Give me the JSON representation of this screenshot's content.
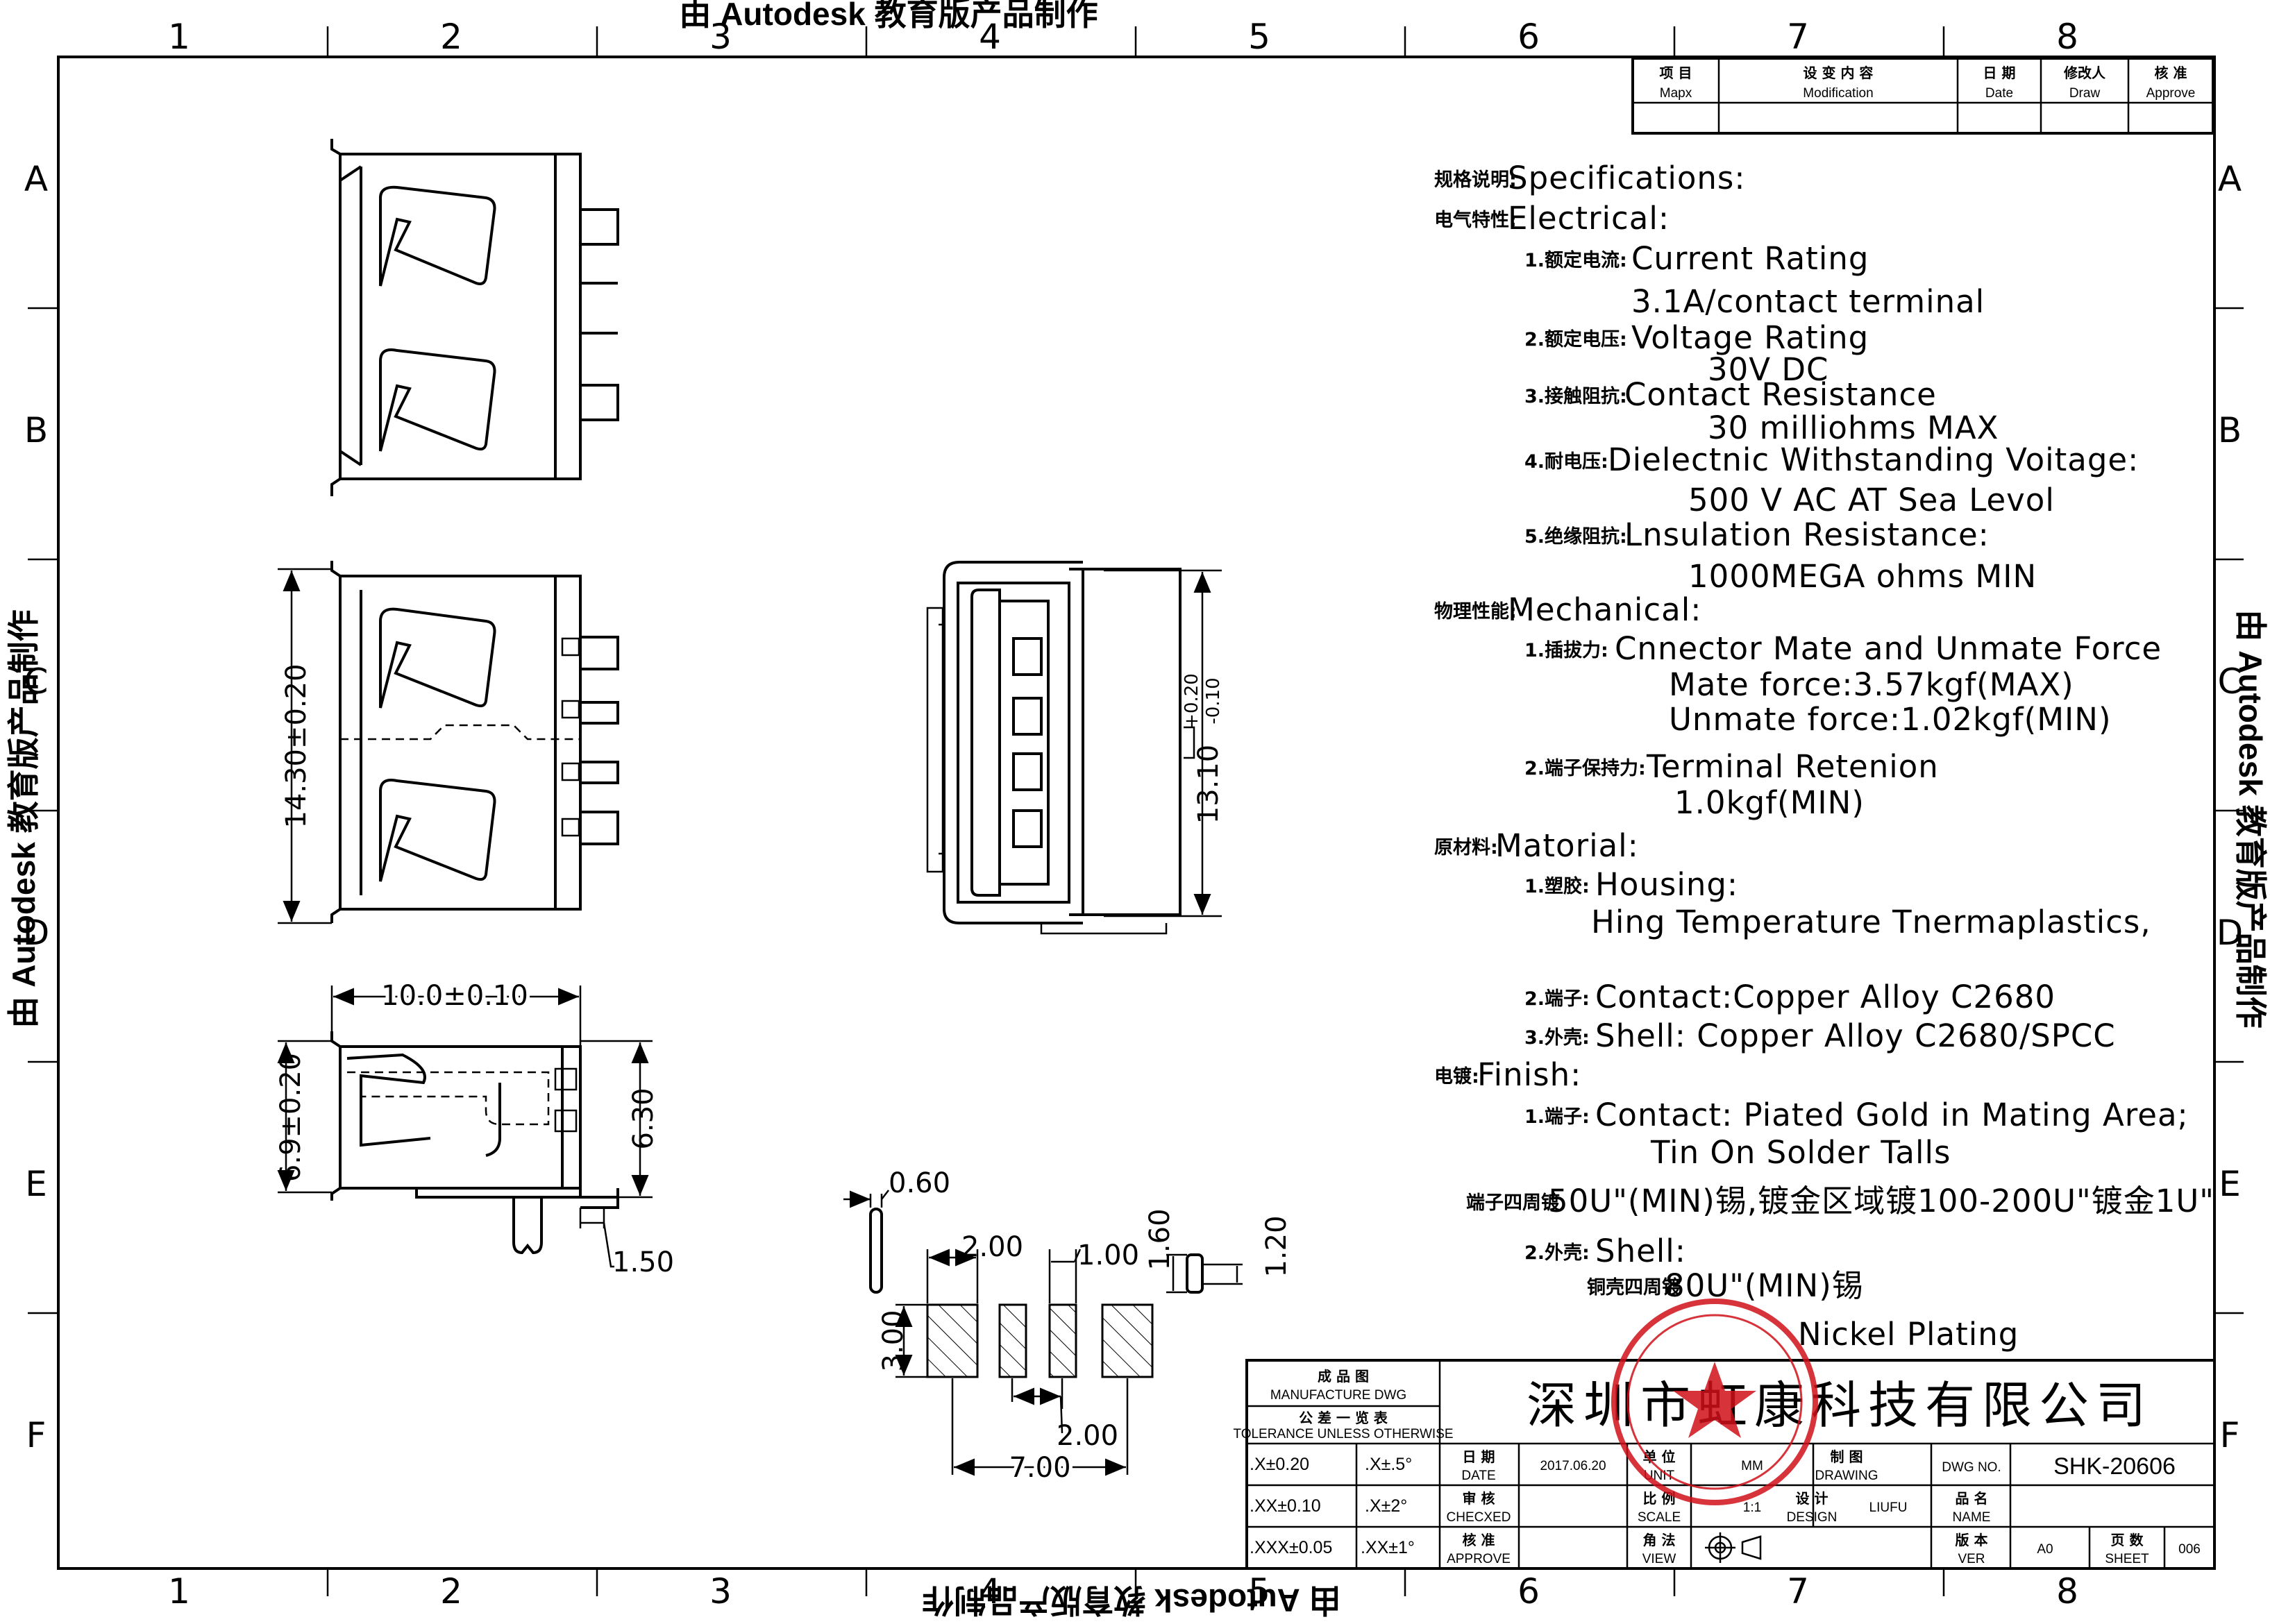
{
  "watermark": {
    "text": "由 Autodesk 教育版产品制作"
  },
  "border_zones": {
    "columns": [
      "1",
      "2",
      "3",
      "4",
      "5",
      "6",
      "7",
      "8"
    ],
    "rows": [
      "A",
      "B",
      "C",
      "D",
      "E",
      "F"
    ]
  },
  "revision_block": {
    "headers": [
      {
        "cn": "项 目",
        "en": "Mapx"
      },
      {
        "cn": "设 变 内 容",
        "en": "Modification"
      },
      {
        "cn": "日 期",
        "en": "Date"
      },
      {
        "cn": "修改人",
        "en": "Draw"
      },
      {
        "cn": "核 准",
        "en": "Approve"
      }
    ]
  },
  "specifications": {
    "lines": [
      {
        "cn": "规格说明:",
        "text": "Specifications:"
      },
      {
        "cn": "电气特性:",
        "text": "Electrical:"
      },
      {
        "cn": "1.额定电流:",
        "text": "Current  Rating"
      },
      {
        "cn": "",
        "text": "3.1A/contact  terminal"
      },
      {
        "cn": "2.额定电压:",
        "text": "Voltage  Rating"
      },
      {
        "cn": "",
        "text": "30V  DC"
      },
      {
        "cn": "3.接触阻抗:",
        "text": "Contact  Resistance"
      },
      {
        "cn": "",
        "text": "30  milliohms  MAX"
      },
      {
        "cn": "4.耐电压:",
        "text": "Dielectnic  Withstanding  Voitage:"
      },
      {
        "cn": "",
        "text": "500  V  AC  AT  Sea  Levol"
      },
      {
        "cn": "5.绝缘阻抗:",
        "text": "Lnsulation  Resistance:"
      },
      {
        "cn": "",
        "text": "1000MEGA  ohms  MIN"
      },
      {
        "cn": "物理性能:",
        "text": "Mechanical:"
      },
      {
        "cn": "1.插拔力:",
        "text": "Cnnector  Mate  and  Unmate  Force"
      },
      {
        "cn": "",
        "text": "Mate  force:3.57kgf(MAX)"
      },
      {
        "cn": "",
        "text": "Unmate  force:1.02kgf(MIN)"
      },
      {
        "cn": "2.端子保持力:",
        "text": "Terminal  Retenion"
      },
      {
        "cn": "",
        "text": "1.0kgf(MIN)"
      },
      {
        "cn": "原材料:",
        "text": "Matorial:"
      },
      {
        "cn": "1.塑胶:",
        "text": "Housing:"
      },
      {
        "cn": "",
        "text": "Hing  Temperature    Tnermaplastics,"
      },
      {
        "cn": "2.端子:",
        "text": "Contact:Copper  Alloy  C2680"
      },
      {
        "cn": "3.外壳:",
        "text": "Shell:  Copper  Alloy  C2680/SPCC"
      },
      {
        "cn": "电镀:",
        "text": "Finish:"
      },
      {
        "cn": "1.端子:",
        "text": "Contact:  Piated  Gold  in  Mating  Area;"
      },
      {
        "cn": "",
        "text": "Tin  On  Solder  Talls"
      },
      {
        "cn": "端子四周镀",
        "text": "50U\"(MIN)锡,镀金区域镀100-200U\"镀金1U\""
      },
      {
        "cn": "2.外壳:",
        "text": "Shell:"
      },
      {
        "cn": "铜壳四周镀",
        "text": "80U\"(MIN)锡"
      },
      {
        "cn": "",
        "text": "Nickel  Plating"
      }
    ]
  },
  "dimensions": {
    "side_height": "14.30±0.20",
    "front_height_base": "13.10",
    "front_height_tol_plus": "+0.20",
    "front_height_tol_minus": "-0.10",
    "bottom_width": "10.0±0.10",
    "bottom_height": "6.9±0.20",
    "bottom_right": "6.30",
    "pin_offset": "1.50",
    "pad_thickness": "0.60",
    "pad_width_2": "2.00",
    "pad_width_1": "1.00",
    "pad_h1": "1.60",
    "pad_h2": "1.20",
    "pad_height": "3.00",
    "pad_pitch": "2.00",
    "pad_total": "7.00"
  },
  "title_block": {
    "company": "深圳市虹康科技有限公司",
    "manufacture_cn": "成 品 图",
    "manufacture_en": "MANUFACTURE DWG",
    "tolerance_cn": "公 差 一 览 表",
    "tolerance_en": "TOLERANCE UNLESS OTHERWISE",
    "tolerances": [
      {
        "linear": ".X±0.20",
        "angle": ".X±.5°"
      },
      {
        "linear": ".XX±0.10",
        "angle": ".X±2°"
      },
      {
        "linear": ".XXX±0.05",
        "angle": ".XX±1°"
      }
    ],
    "date_cn": "日 期",
    "date_en": "DATE",
    "date_value": "2017.06.20",
    "unit_cn": "单 位",
    "unit_en": "UNIT",
    "unit_value": "MM",
    "drawing_cn": "制 图",
    "drawing_en": "DRAWING",
    "dwg_no_label": "DWG NO.",
    "dwg_no_value": "SHK-20606",
    "checked_cn": "审 核",
    "checked_en": "CHECXED",
    "scale_cn": "比 例",
    "scale_en": "SCALE",
    "scale_value": "1:1",
    "design_cn": "设 计",
    "design_en": "DESIGN",
    "design_value": "LIUFU",
    "name_cn": "品 名",
    "name_en": "NAME",
    "approve_cn": "核 准",
    "approve_en": "APPROVE",
    "view_cn": "角 法",
    "view_en": "VIEW",
    "ver_cn": "版 本",
    "ver_en": "VER",
    "ver_value": "A0",
    "sheet_cn": "页 数",
    "sheet_en": "SHEET",
    "sheet_value": "006"
  },
  "colors": {
    "line": "#000000",
    "stamp": "#d0101a"
  }
}
